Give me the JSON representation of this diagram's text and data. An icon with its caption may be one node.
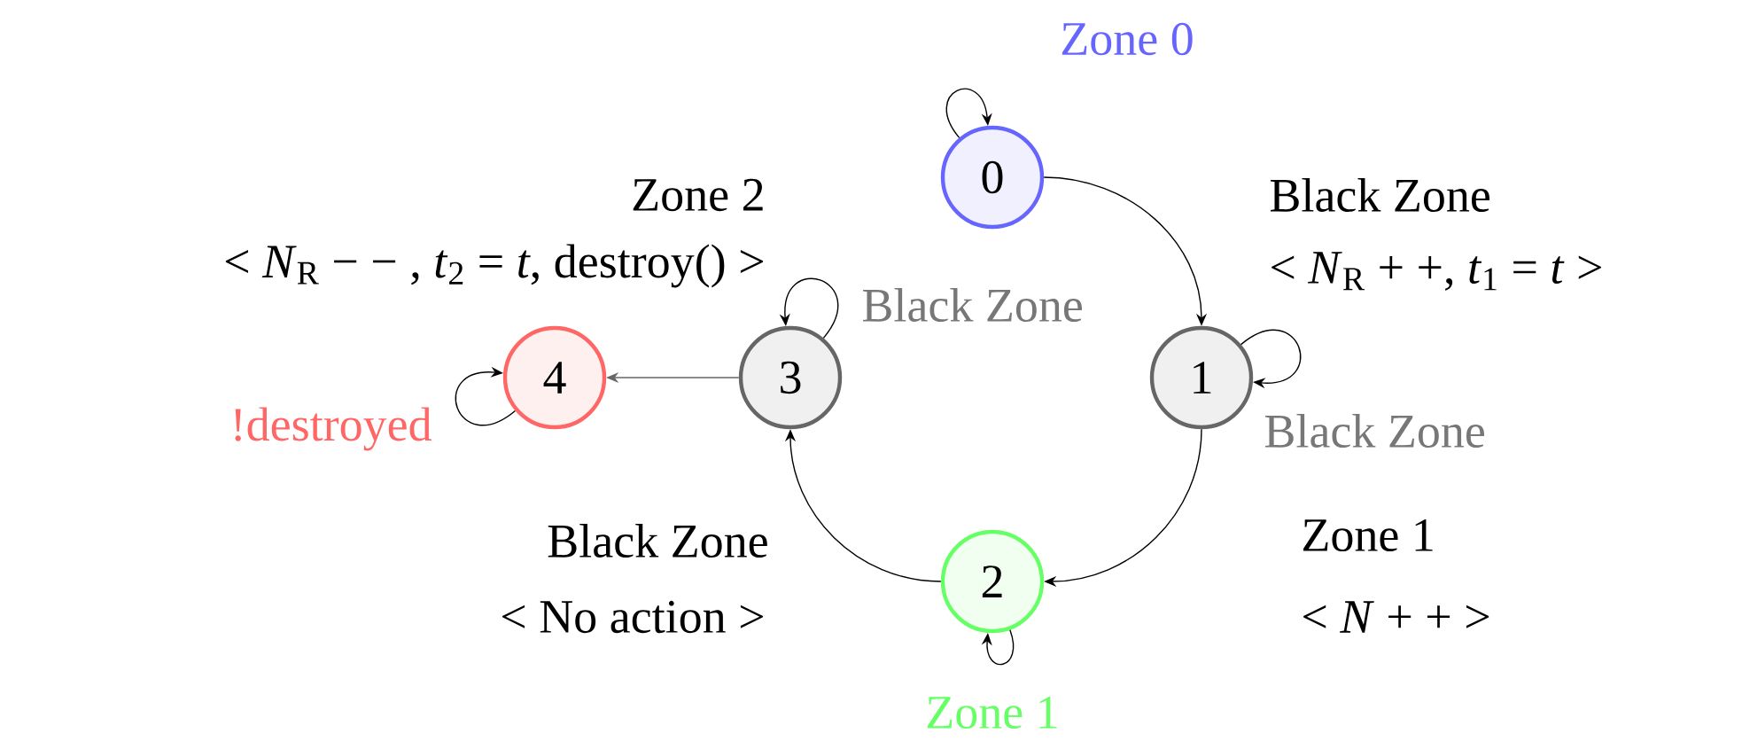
{
  "diagram": {
    "nodes": [
      {
        "text": [
          "0"
        ]
      },
      {
        "text": [
          "1"
        ]
      },
      {
        "text": [
          "2"
        ]
      },
      {
        "text": [
          "3"
        ]
      },
      {
        "text": [
          "4"
        ]
      }
    ],
    "edges": [
      {
        "from": 0,
        "to": 0,
        "arrow": "to",
        "label": "Zone 0"
      },
      {
        "from": 0,
        "to": 1,
        "arrow": "to",
        "label": "Black Zone"
      },
      {
        "from": 1,
        "to": 1,
        "arrow": "to",
        "label": "Black Zone"
      },
      {
        "from": 1,
        "to": 2,
        "arrow": "to",
        "label": "Zone 1"
      },
      {
        "from": 2,
        "to": 2,
        "arrow": "to",
        "label": "Zone 1"
      },
      {
        "from": 2,
        "to": 3,
        "arrow": "to",
        "label": "Black Zone"
      },
      {
        "from": 3,
        "to": 3,
        "arrow": "to",
        "label": "Black Zone"
      },
      {
        "from": 3,
        "to": 4,
        "arrow": "to",
        "label": "Zone 2",
        "color": "#666666"
      },
      {
        "from": 4,
        "to": 4,
        "arrow": "to",
        "label": "!destroyed"
      }
    ],
    "labels": [
      "< *N*$_{R}$ − − , *t*$_{2}$ = *t*, destroy() >",
      "< *N*$_{R}$ + +, *t*$_{1}$ = *t* >",
      "< No action >",
      "< *N* + + >"
    ]
  }
}
